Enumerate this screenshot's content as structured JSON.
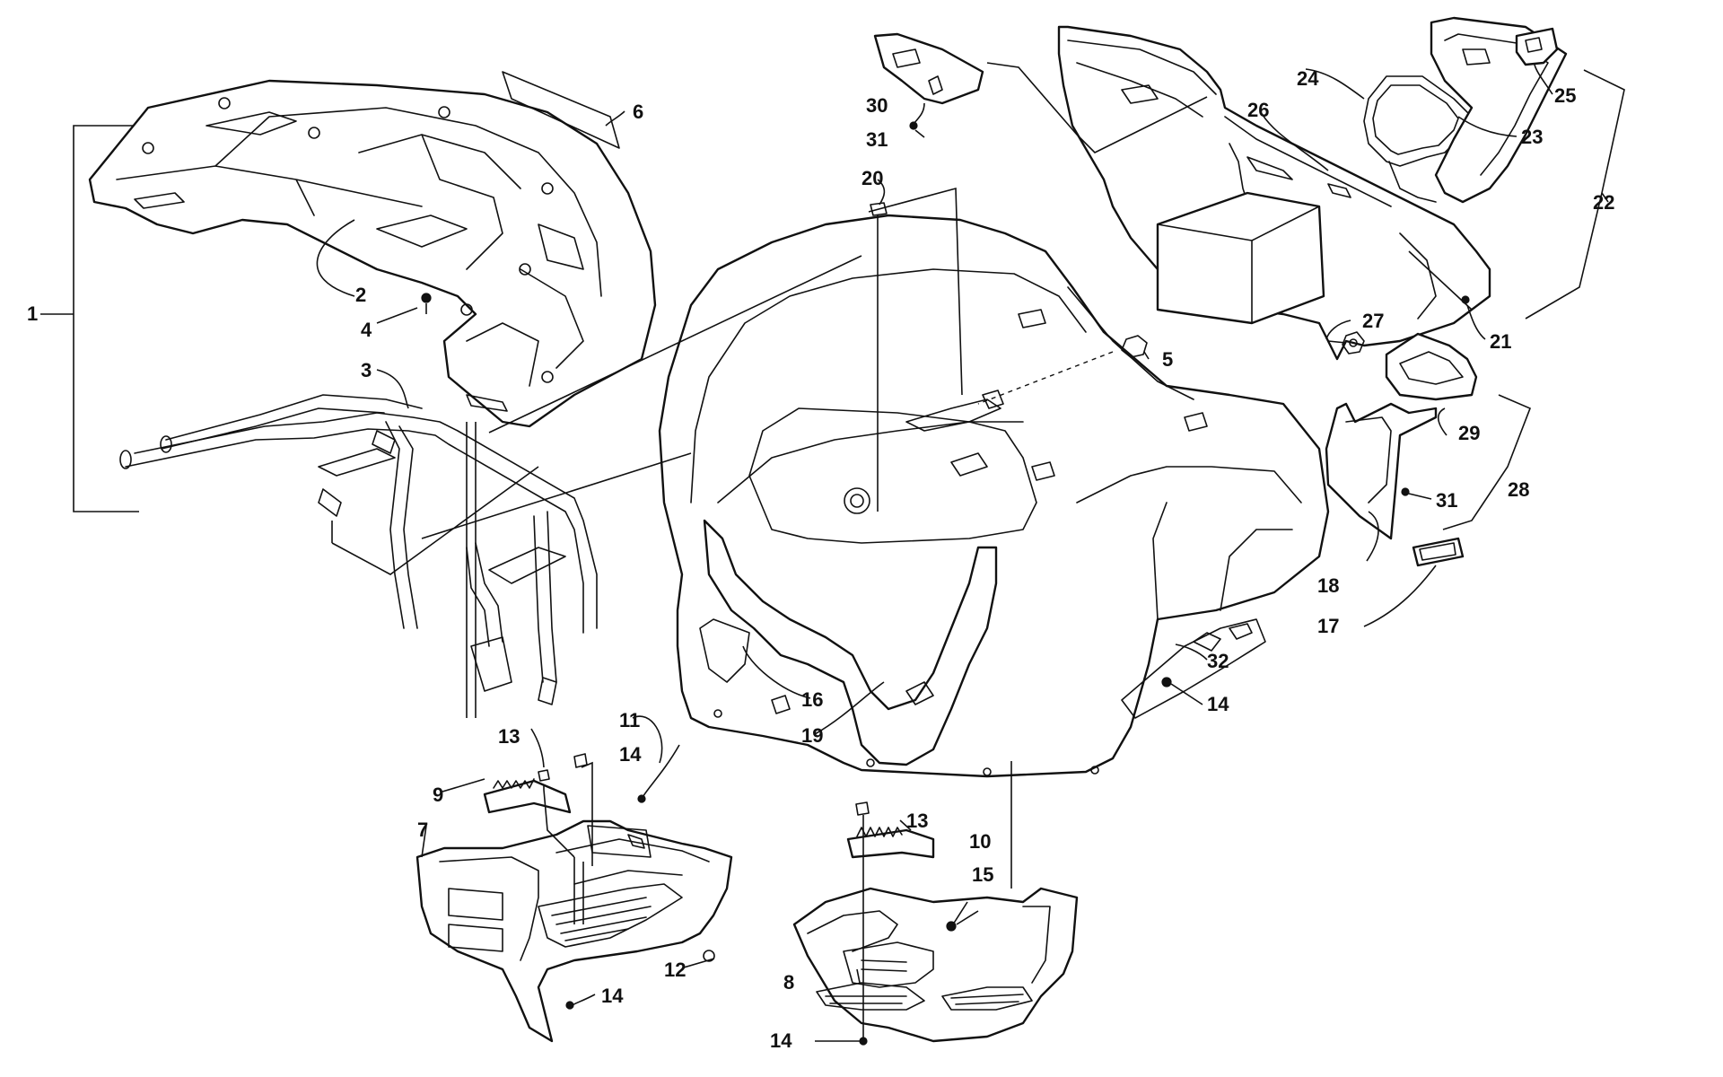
{
  "callouts": {
    "c1": "1",
    "c2": "2",
    "c3": "3",
    "c4": "4",
    "c5": "5",
    "c6": "6",
    "c7": "7",
    "c8": "8",
    "c9": "9",
    "c10": "10",
    "c11": "11",
    "c12": "12",
    "c13a": "13",
    "c13b": "13",
    "c14a": "14",
    "c14b": "14",
    "c14c": "14",
    "c14d": "14",
    "c15": "15",
    "c16": "16",
    "c17": "17",
    "c18": "18",
    "c19": "19",
    "c20": "20",
    "c21": "21",
    "c22": "22",
    "c23": "23",
    "c24": "24",
    "c25": "25",
    "c26": "26",
    "c27": "27",
    "c28": "28",
    "c29": "29",
    "c30": "30",
    "c31a": "31",
    "c31b": "31",
    "c32": "32"
  },
  "colors": {
    "line": "#111111",
    "background": "#ffffff"
  }
}
